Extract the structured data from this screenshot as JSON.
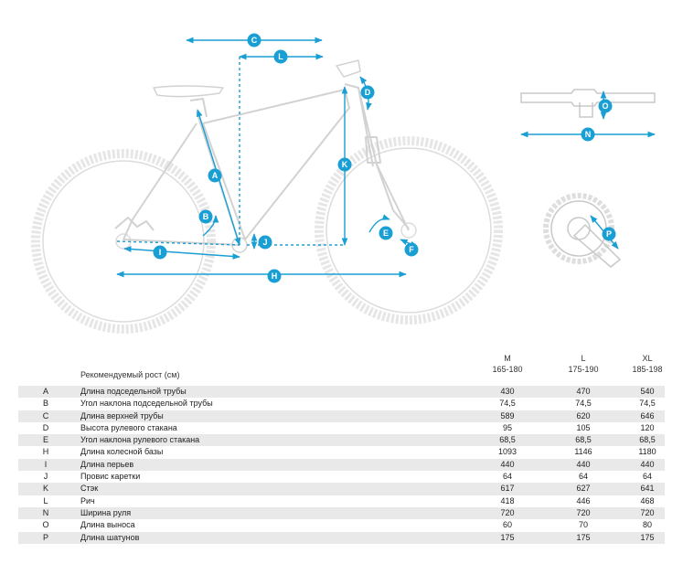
{
  "labels": {
    "A": "A",
    "B": "B",
    "C": "C",
    "D": "D",
    "E": "E",
    "F": "F",
    "H": "H",
    "I": "I",
    "J": "J",
    "K": "K",
    "L": "L",
    "N": "N",
    "O": "O",
    "P": "P"
  },
  "colors": {
    "accent": "#1a9fd4",
    "frame": "#d7d7d7",
    "row_shade": "#e9e9e9"
  },
  "table": {
    "sizes": [
      "M",
      "L",
      "XL"
    ],
    "recommended_label": "Рекомендуемый рост (см)",
    "recommended": [
      "165-180",
      "175-190",
      "185-198"
    ],
    "rows": [
      {
        "code": "A",
        "name": "Длина подседельной трубы",
        "m": "430",
        "l": "470",
        "xl": "540"
      },
      {
        "code": "B",
        "name": "Угол наклона подседельной трубы",
        "m": "74,5",
        "l": "74,5",
        "xl": "74,5"
      },
      {
        "code": "C",
        "name": "Длина верхней трубы",
        "m": "589",
        "l": "620",
        "xl": "646"
      },
      {
        "code": "D",
        "name": "Высота рулевого стакана",
        "m": "95",
        "l": "105",
        "xl": "120"
      },
      {
        "code": "E",
        "name": "Угол наклона рулевого стакана",
        "m": "68,5",
        "l": "68,5",
        "xl": "68,5"
      },
      {
        "code": "H",
        "name": "Длина колесной базы",
        "m": "1093",
        "l": "1146",
        "xl": "1180"
      },
      {
        "code": "I",
        "name": "Длина перьев",
        "m": "440",
        "l": "440",
        "xl": "440"
      },
      {
        "code": "J",
        "name": "Провис каретки",
        "m": "64",
        "l": "64",
        "xl": "64"
      },
      {
        "code": "K",
        "name": "Стэк",
        "m": "617",
        "l": "627",
        "xl": "641"
      },
      {
        "code": "L",
        "name": "Рич",
        "m": "418",
        "l": "446",
        "xl": "468"
      },
      {
        "code": "N",
        "name": "Ширина руля",
        "m": "720",
        "l": "720",
        "xl": "720"
      },
      {
        "code": "O",
        "name": "Длина выноса",
        "m": "60",
        "l": "70",
        "xl": "80"
      },
      {
        "code": "P",
        "name": "Длина шатунов",
        "m": "175",
        "l": "175",
        "xl": "175"
      }
    ]
  }
}
